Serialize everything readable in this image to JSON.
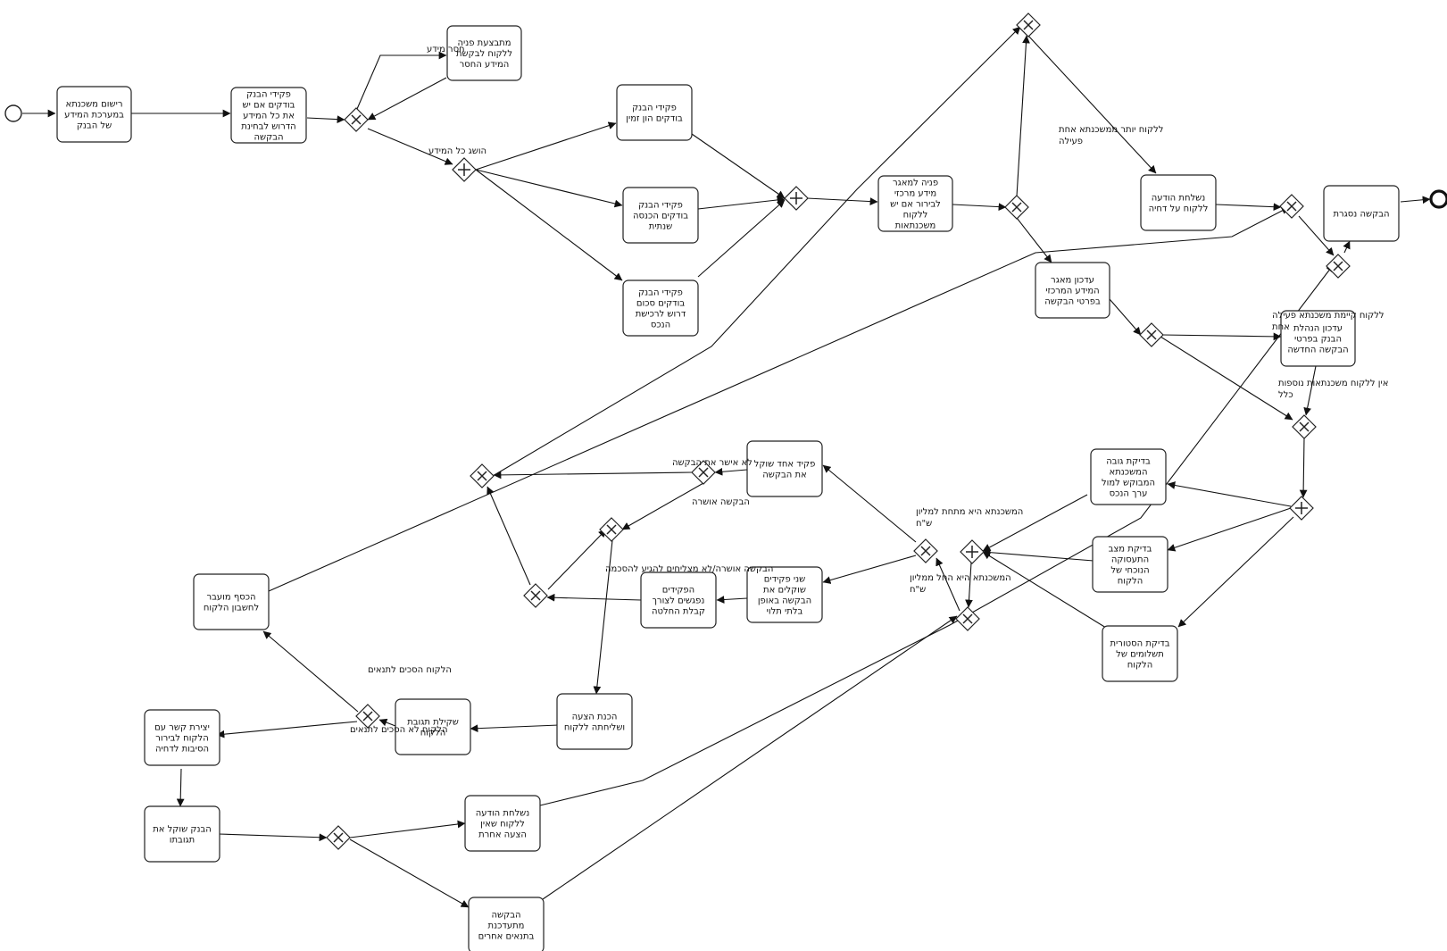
{
  "tasks": [
    {
      "id": "t_register",
      "lines": [
        "רישום משכנתא",
        "במערכת המידע",
        "של הבנק"
      ]
    },
    {
      "id": "t_checkinfo",
      "lines": [
        "פקידי הבנק",
        "בודקים אם יש",
        "את כל המידע",
        "הדרוש לבחינת",
        "הבקשה"
      ]
    },
    {
      "id": "t_request",
      "lines": [
        "מתבצעת פניה",
        "ללקוח לבקשת",
        "המידע החסר"
      ]
    },
    {
      "id": "t_capital",
      "lines": [
        "פקידי הבנק",
        "בודקים הון זמין"
      ]
    },
    {
      "id": "t_income",
      "lines": [
        "פקידי הבנק",
        "בודקים הכנסה",
        "שנתית"
      ]
    },
    {
      "id": "t_amount",
      "lines": [
        "פקידי הבנק",
        "בודקים סכום",
        "דרוש לרכישת",
        "הנכס"
      ]
    },
    {
      "id": "t_central",
      "lines": [
        "פניה למאגר",
        "מידע מרכזי",
        "לבירור אם יש",
        "ללקוח",
        "משכנתאות"
      ]
    },
    {
      "id": "t_rejnotice",
      "lines": [
        "נשלחת הודעה",
        "ללקוח על דחיה"
      ]
    },
    {
      "id": "t_closed",
      "lines": [
        "הבקשה נסגרת"
      ]
    },
    {
      "id": "t_updcentral",
      "lines": [
        "עדכון מאגר",
        "המידע המרכזי",
        "בפרטי הבקשה"
      ]
    },
    {
      "id": "t_updbank",
      "lines": [
        "עדכון הנהלת",
        "הבנק בפרטי",
        "הבקשה החדשה"
      ]
    },
    {
      "id": "t_ratio",
      "lines": [
        "בדיקת גובה",
        "המשכנתא",
        "המבוקש למול",
        "ערך הנכס"
      ]
    },
    {
      "id": "t_employ",
      "lines": [
        "בדיקת מצב",
        "התעסוקה",
        "הנוכחי של",
        "הלקוח"
      ]
    },
    {
      "id": "t_history",
      "lines": [
        "בדיקת הסטורית",
        "תשלומים של",
        "הלקוח"
      ]
    },
    {
      "id": "t_oneclerk",
      "lines": [
        "פקיד אחד שוקל",
        "את הבקשה"
      ]
    },
    {
      "id": "t_twoclerk",
      "lines": [
        "שני פקידים",
        "שוקלים את",
        "הבקשה באופן",
        "בלתי תלוי"
      ]
    },
    {
      "id": "t_meet",
      "lines": [
        "הפקידים",
        "נפגשים לצורך",
        "קבלת החלטה"
      ]
    },
    {
      "id": "t_offer",
      "lines": [
        "הכנת הצעה",
        "ושליחתה ללקוח"
      ]
    },
    {
      "id": "t_response",
      "lines": [
        "שקילת תגובת",
        "הלקוח"
      ]
    },
    {
      "id": "t_transfer",
      "lines": [
        "הכסף מועבר",
        "לחשבון הלקוח"
      ]
    },
    {
      "id": "t_contact",
      "lines": [
        "יצירת קשר עם",
        "הלקוח לבירור",
        "הסיבות לדחיה"
      ]
    },
    {
      "id": "t_bankresp",
      "lines": [
        "הבנק שוקל את",
        "תגובתו"
      ]
    },
    {
      "id": "t_nooffer",
      "lines": [
        "נשלחת הודעה",
        "ללקוח שאין",
        "הצעה אחרת"
      ]
    },
    {
      "id": "t_updated",
      "lines": [
        "הבקשה",
        "מתעדכנת",
        "בתנאים אחרים"
      ]
    }
  ],
  "flow_labels": [
    {
      "id": "l_missing",
      "lines": [
        "חסר מידע"
      ]
    },
    {
      "id": "l_allinfo",
      "lines": [
        "הושג כל המידע"
      ]
    },
    {
      "id": "l_morethan",
      "lines": [
        "ללקוח יותר ממשכנתא אחת",
        "פעילה"
      ]
    },
    {
      "id": "l_oneexists",
      "lines": [
        "ללקוח קיימת משכנתא פעילה",
        "אחת"
      ]
    },
    {
      "id": "l_none",
      "lines": [
        "אין ללקוח משכנתאות נוספות",
        "כלל"
      ]
    },
    {
      "id": "l_notapproved",
      "lines": [
        "לא אישר את הבקשה"
      ]
    },
    {
      "id": "l_approved",
      "lines": [
        "הבקשה אושרה"
      ]
    },
    {
      "id": "l_below",
      "lines": [
        "המשכנתא היא מתחת למליון",
        "ש\"ח"
      ]
    },
    {
      "id": "l_above",
      "lines": [
        "המשכנתא היא החל ממליון",
        "ש\"ח"
      ]
    },
    {
      "id": "l_meetresult",
      "lines": [
        "הבקשה אושרה/לא מצליחים להגיע להסכמה"
      ]
    },
    {
      "id": "l_agrees",
      "lines": [
        "הלקוח הסכים לתנאים"
      ]
    },
    {
      "id": "l_disagrees",
      "lines": [
        "הלקוח לא הסכים לתנאים"
      ]
    }
  ]
}
